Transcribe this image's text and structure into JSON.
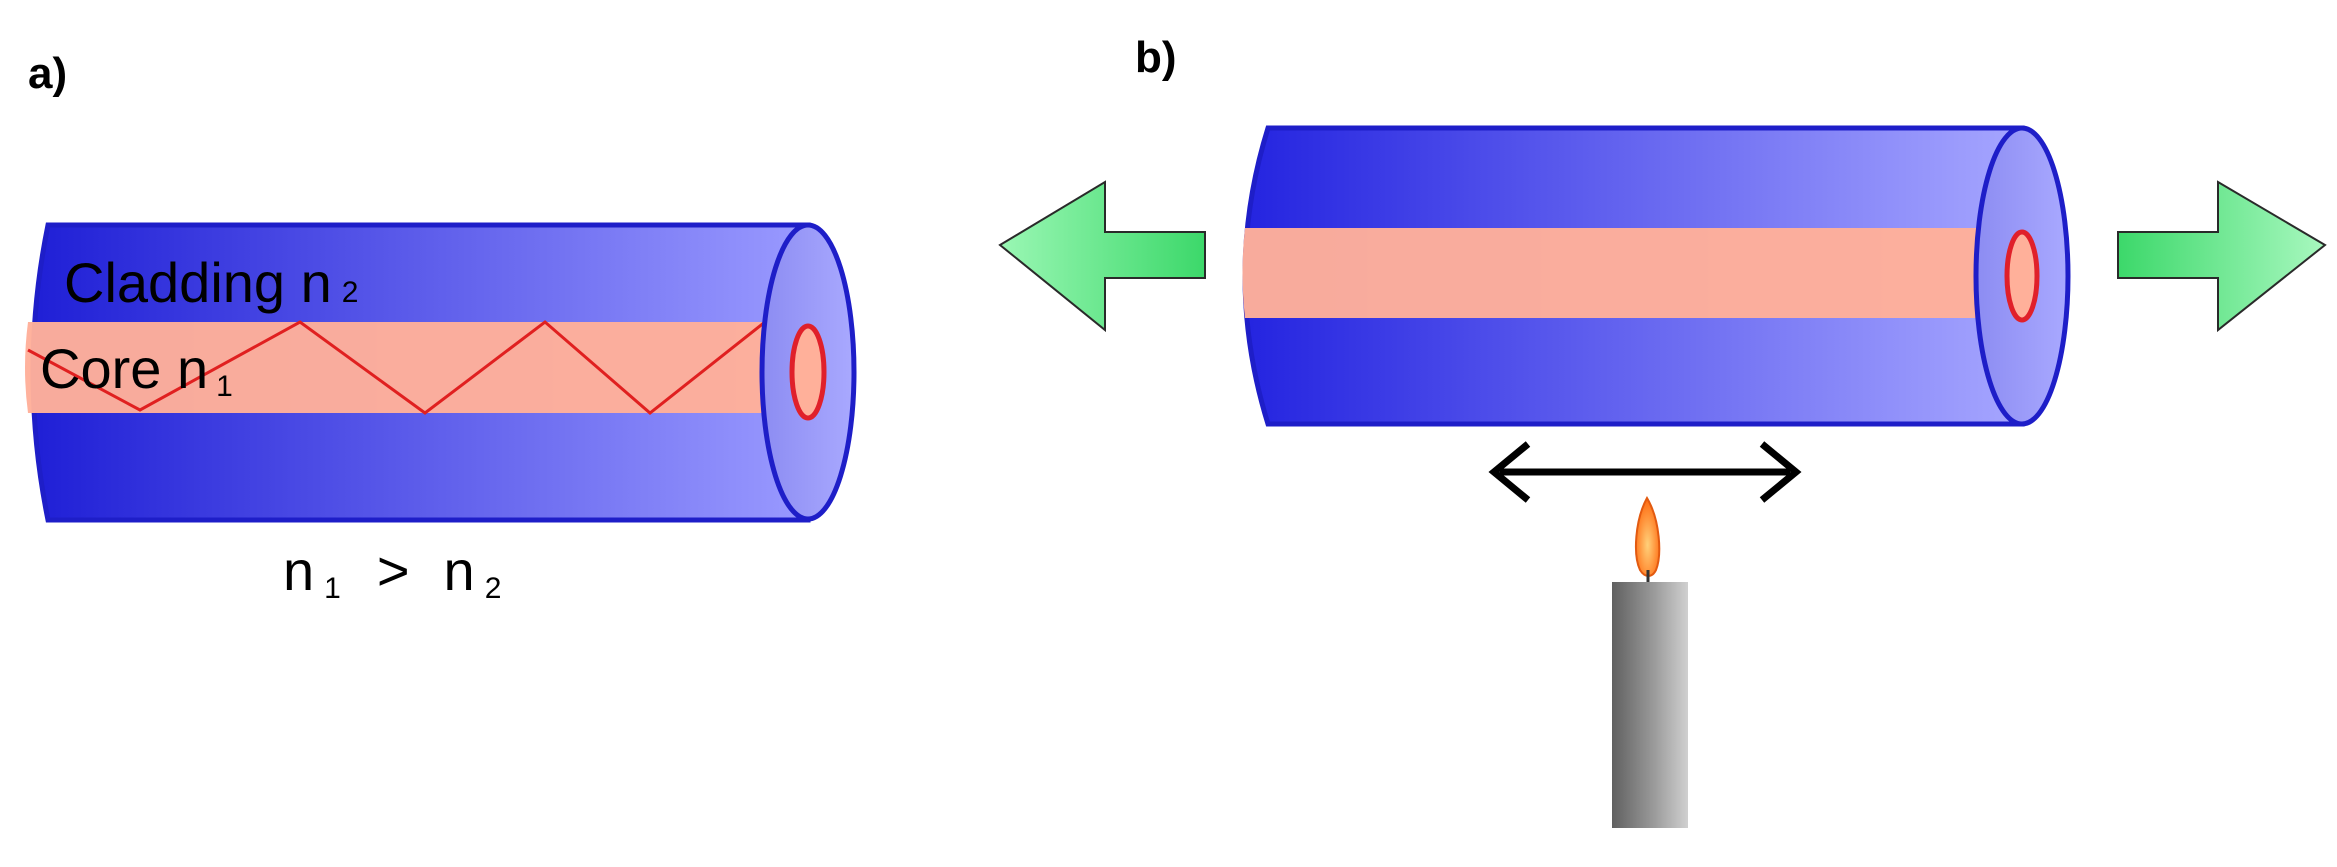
{
  "panel_a": {
    "label": "a)",
    "cladding_text": "Cladding n",
    "cladding_sub": "2",
    "core_text": "Core n",
    "core_sub": "1",
    "relation": {
      "left": "n",
      "left_sub": "1",
      "op": ">",
      "right": "n",
      "right_sub": "2"
    }
  },
  "panel_b": {
    "label": "b)"
  },
  "colors": {
    "cladding_dark": "#1f1fd6",
    "cladding_light": "#9a9aff",
    "cladding_edge": "#1e1ec8",
    "core_fill": "#ffb09a",
    "core_end": "#e0202a",
    "ray": "#e02020",
    "arrow_green": "#7cf29a",
    "arrow_green_dark": "#3cd86a",
    "double_arrow": "#000000",
    "candle_dark": "#6f6f6f",
    "candle_light": "#c8c8c8",
    "flame": "#ff7a1a"
  },
  "icons": {
    "pull_left": "left-arrow-icon",
    "pull_right": "right-arrow-icon",
    "travel": "double-headed-arrow-icon",
    "heat_source": "candle-icon"
  }
}
